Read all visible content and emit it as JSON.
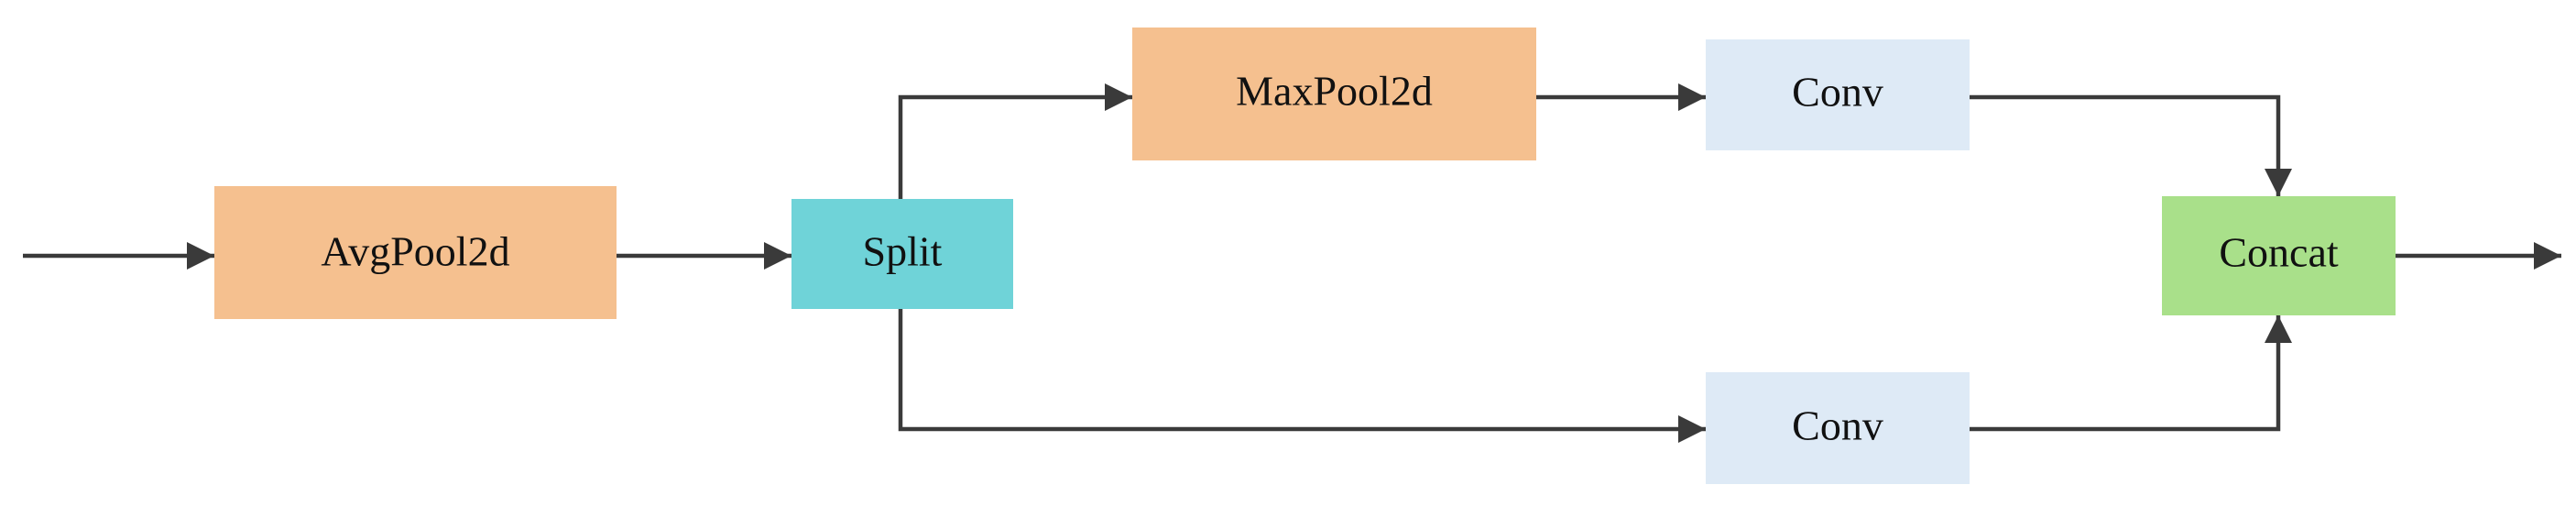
{
  "nodes": {
    "avgpool": {
      "label": "AvgPool2d",
      "color": "#F5C08F"
    },
    "split": {
      "label": "Split",
      "color": "#6FD3D8"
    },
    "maxpool": {
      "label": "MaxPool2d",
      "color": "#F5C08F"
    },
    "conv_top": {
      "label": "Conv",
      "color": "#DEEAF6"
    },
    "conv_bottom": {
      "label": "Conv",
      "color": "#DEEAF6"
    },
    "concat": {
      "label": "Concat",
      "color": "#A9E08A"
    }
  },
  "edges": [
    {
      "from": "input",
      "to": "avgpool"
    },
    {
      "from": "avgpool",
      "to": "split"
    },
    {
      "from": "split",
      "to": "maxpool"
    },
    {
      "from": "maxpool",
      "to": "conv_top"
    },
    {
      "from": "conv_top",
      "to": "concat"
    },
    {
      "from": "split",
      "to": "conv_bottom"
    },
    {
      "from": "conv_bottom",
      "to": "concat"
    },
    {
      "from": "concat",
      "to": "output"
    }
  ],
  "colors": {
    "edge": "#3A3A3A"
  }
}
